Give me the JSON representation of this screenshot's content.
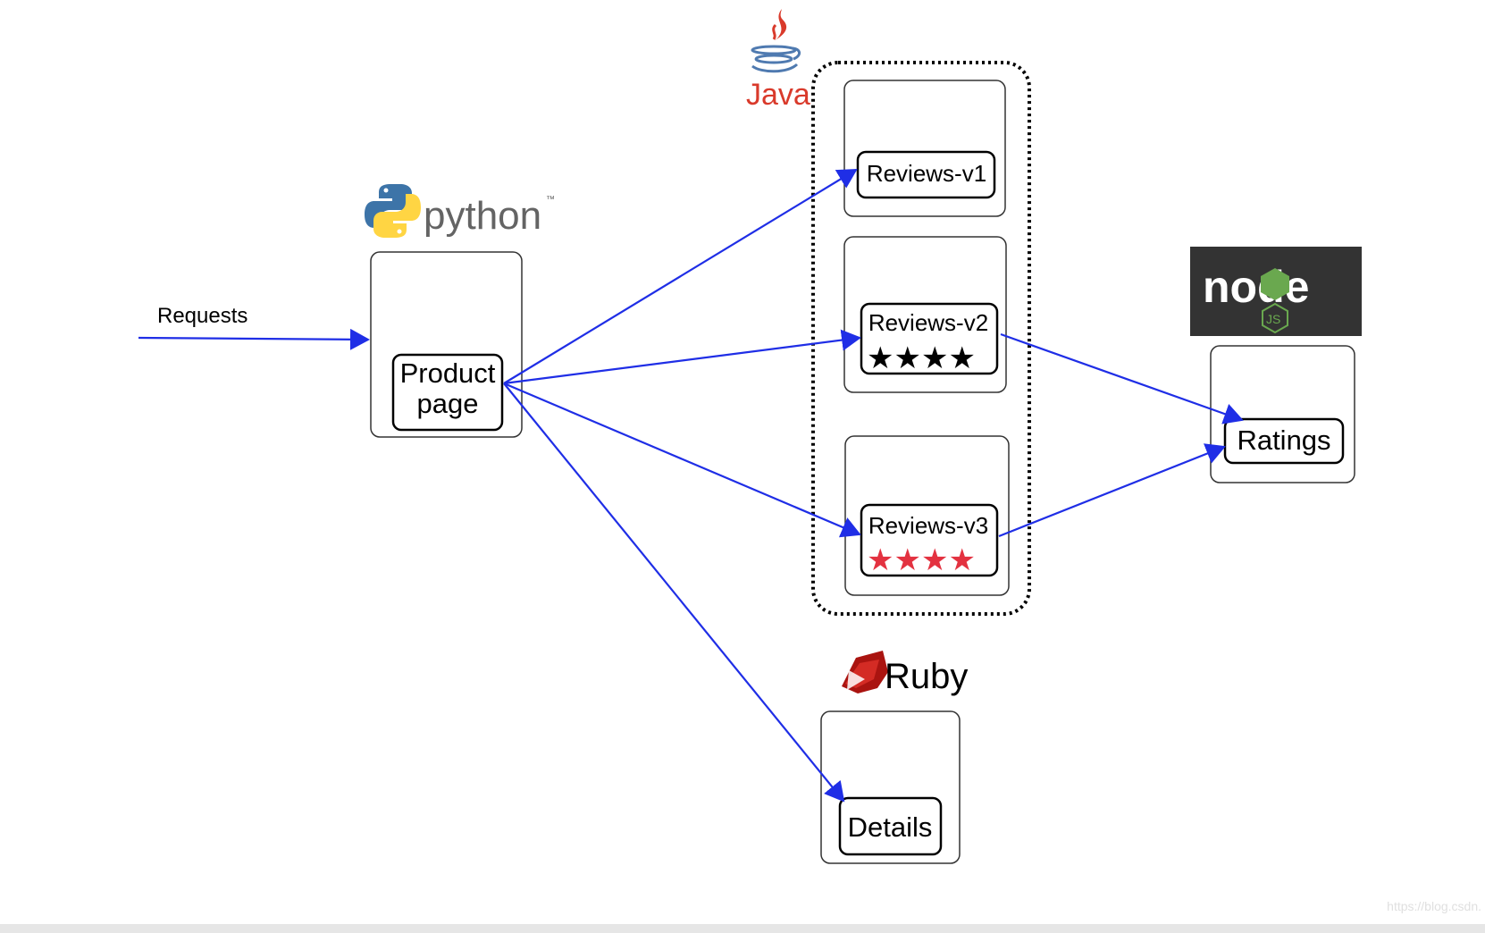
{
  "requests_label": "Requests",
  "logos": {
    "python": {
      "icon": "python-logo",
      "text": "python",
      "tm": "™"
    },
    "java": {
      "icon": "java-logo",
      "text": "Java"
    },
    "ruby": {
      "icon": "ruby-logo",
      "text": "Ruby"
    },
    "node": {
      "icon": "nodejs-logo",
      "text": "node",
      "sub": "JS"
    }
  },
  "services": {
    "productpage": {
      "line1": "Product",
      "line2": "page"
    },
    "reviews_v1": {
      "label": "Reviews-v1"
    },
    "reviews_v2": {
      "label": "Reviews-v2",
      "stars": "★★★★",
      "star_color": "black"
    },
    "reviews_v3": {
      "label": "Reviews-v3",
      "stars": "★★★★",
      "star_color": "red"
    },
    "ratings": {
      "label": "Ratings"
    },
    "details": {
      "label": "Details"
    }
  },
  "colors": {
    "arrow": "#1f2ee6",
    "star_black": "#000000",
    "star_red": "#e33240",
    "java_red": "#d93a2b",
    "java_blue": "#4f7ab0",
    "python_blue": "#3d74a8",
    "python_yellow": "#ffd543",
    "ruby_red": "#aa1410",
    "node_bg": "#333333",
    "node_green": "#6aa84f"
  },
  "watermark": "https://blog.csdn."
}
